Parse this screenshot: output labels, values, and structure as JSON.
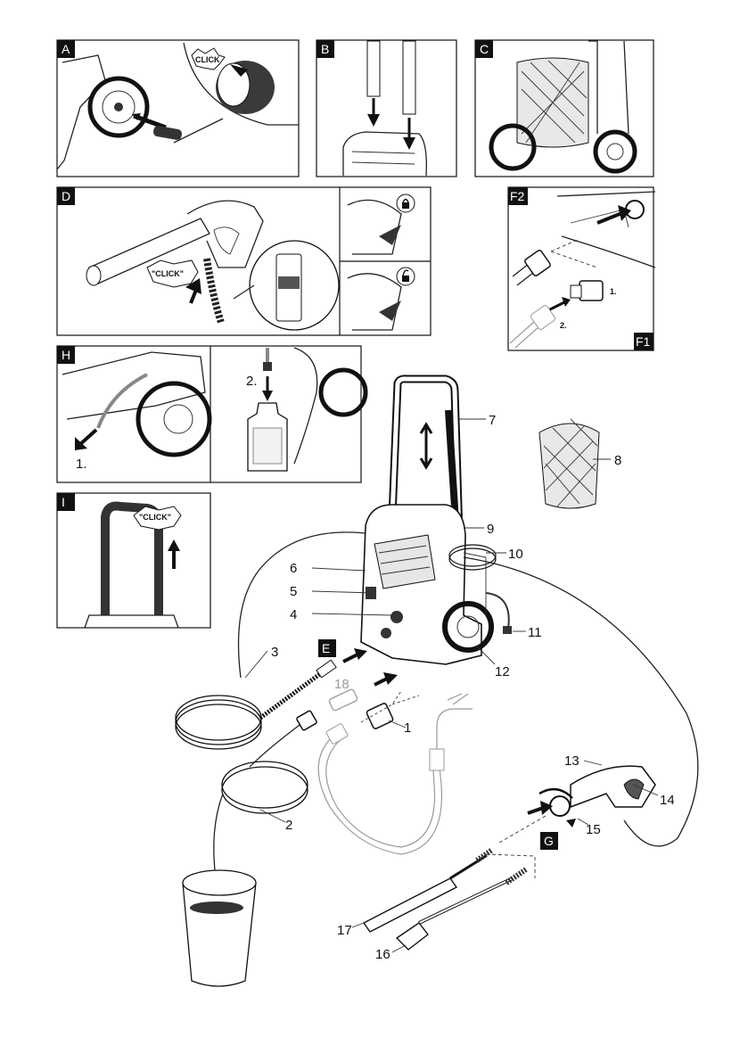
{
  "panels": {
    "A": {
      "tag": "A",
      "click": "CLICK"
    },
    "B": {
      "tag": "B"
    },
    "C": {
      "tag": "C"
    },
    "D": {
      "tag": "D",
      "click": "\"CLICK\""
    },
    "F2": {
      "tag": "F2",
      "step1": "1.",
      "step2": "2."
    },
    "F1": {
      "tag": "F1"
    },
    "H": {
      "tag": "H",
      "step1": "1.",
      "step2": "2."
    },
    "I": {
      "tag": "I",
      "click": "\"CLICK\""
    }
  },
  "main": {
    "label_E": "E",
    "label_G": "G",
    "callouts": [
      "1",
      "2",
      "3",
      "4",
      "5",
      "6",
      "7",
      "8",
      "9",
      "10",
      "11",
      "12",
      "13",
      "14",
      "15",
      "16",
      "17",
      "18"
    ]
  },
  "colors": {
    "ink": "#111111",
    "grey_accessory": "#9a9a9a",
    "tag_bg": "#111111"
  }
}
